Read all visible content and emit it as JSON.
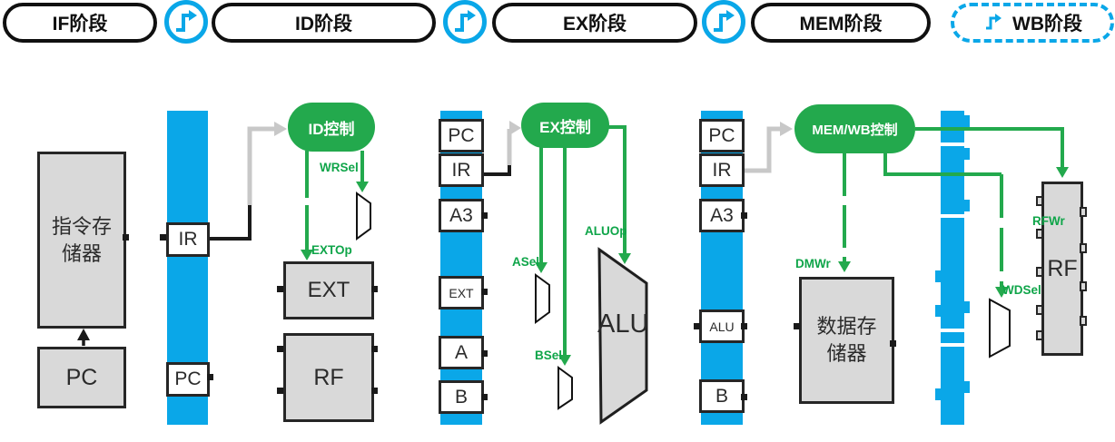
{
  "colors": {
    "blue": "#0AA7E8",
    "green": "#23A94D",
    "green_signal": "#0FA549",
    "box_fill": "#D9D9D9",
    "box_border": "#262626",
    "arrow_gray": "#C8C8C8"
  },
  "stage_bar": {
    "clock_icon": "rising-clock-edge",
    "stages": [
      {
        "id": "if",
        "label": "IF阶段",
        "active": false
      },
      {
        "id": "id",
        "label": "ID阶段",
        "active": false
      },
      {
        "id": "ex",
        "label": "EX阶段",
        "active": false
      },
      {
        "id": "mem",
        "label": "MEM阶段",
        "active": false
      },
      {
        "id": "wb",
        "label": "WB阶段",
        "active": true
      }
    ]
  },
  "if_stage": {
    "imem_label_line1": "指令存",
    "imem_label_line2": "储器",
    "pc_label": "PC"
  },
  "ifid_register": {
    "fields": [
      "IR",
      "PC"
    ]
  },
  "id_stage": {
    "control_label": "ID控制",
    "wrsel_label": "WRSel",
    "extop_label": "EXTOp",
    "ext_label": "EXT",
    "rf_label": "RF"
  },
  "idex_register": {
    "fields": [
      "PC",
      "IR",
      "A3",
      "EXT",
      "A",
      "B"
    ]
  },
  "ex_stage": {
    "control_label": "EX控制",
    "asel_label": "ASel",
    "bsel_label": "BSel",
    "aluop_label": "ALUOp",
    "alu_label": "ALU"
  },
  "exmem_register": {
    "fields": [
      "PC",
      "IR",
      "A3",
      "ALU",
      "B"
    ]
  },
  "mem_stage": {
    "control_label": "MEM/WB控制",
    "dmwr_label": "DMWr",
    "dmem_label_line1": "数据存",
    "dmem_label_line2": "储器"
  },
  "wb_stage": {
    "rfwr_label": "RFWr",
    "wdsel_label": "WDSel",
    "rf_label": "RF"
  }
}
